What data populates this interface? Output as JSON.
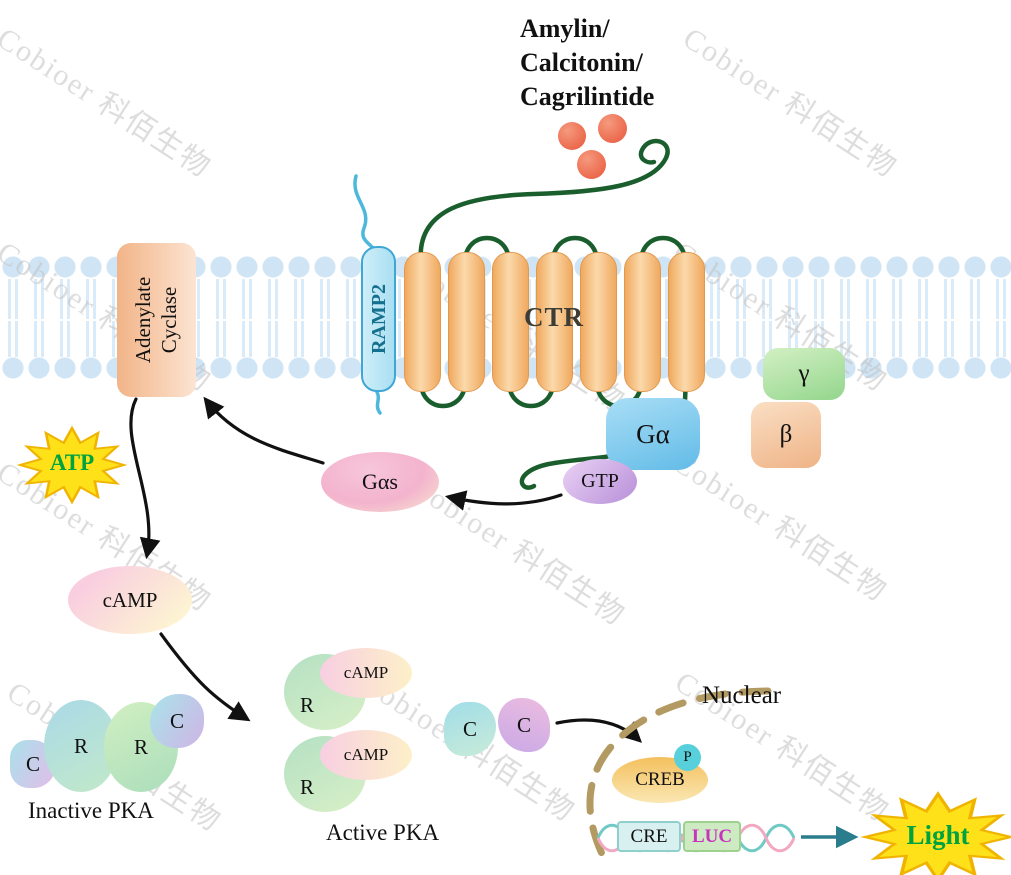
{
  "colors": {
    "arrow": "#111111",
    "receptor-loop": "#1b5e2e",
    "ramp-line": "#4db8dc",
    "membrane-lipid": "#cfe4f4",
    "membrane-tail": "#d9eaf8",
    "nuclear-membrane": "#b39a62",
    "dna-strand-a": "#6fc9c4",
    "dna-strand-b": "#f2a8c0",
    "star-fill": "#ffe11a",
    "star-edge": "#f0b400",
    "atp-text": "#00a33e",
    "luc-text": "#c832be",
    "light-arrow": "#2a7d8c"
  },
  "ligands": {
    "title_line1": "Amylin/",
    "title_line2": "Calcitonin/",
    "title_line3": "Cagrilintide"
  },
  "receptor": {
    "ctr": "CTR",
    "ramp2": "RAMP2"
  },
  "enzyme": {
    "line1": "Adenylate",
    "line2": "Cyclase"
  },
  "g_protein": {
    "galpha": "Gα",
    "gamma": "γ",
    "beta": "β",
    "gtp": "GTP",
    "gas": "Gαs"
  },
  "messengers": {
    "atp": "ATP",
    "camp": "cAMP"
  },
  "pka": {
    "inactive_label": "Inactive PKA",
    "active_label": "Active PKA",
    "r": "R",
    "c": "C",
    "camp": "cAMP"
  },
  "nucleus": {
    "label": "Nuclear",
    "creb": "CREB",
    "p": "P",
    "cre": "CRE",
    "luc": "LUC",
    "light": "Light"
  },
  "watermark": {
    "text": "Cobioer 科佰生物"
  }
}
